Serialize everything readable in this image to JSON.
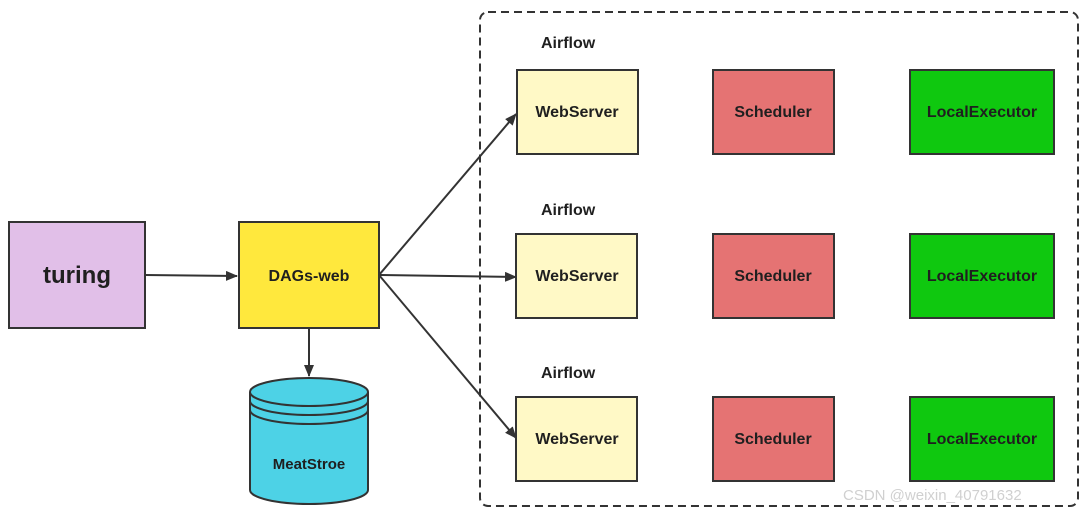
{
  "nodes": {
    "turing": "turing",
    "dags_web": "DAGs-web",
    "metastore": "MeatStroe"
  },
  "clusters": [
    {
      "title": "Airflow",
      "webserver": "WebServer",
      "scheduler": "Scheduler",
      "executor": "LocalExecutor"
    },
    {
      "title": "Airflow",
      "webserver": "WebServer",
      "scheduler": "Scheduler",
      "executor": "LocalExecutor"
    },
    {
      "title": "Airflow",
      "webserver": "WebServer",
      "scheduler": "Scheduler",
      "executor": "LocalExecutor"
    }
  ],
  "watermark": "CSDN @weixin_40791632",
  "colors": {
    "turing": "#e1bfe8",
    "dags_web": "#ffe83d",
    "metastore": "#4dd2e6",
    "webserver": "#fff9c6",
    "scheduler": "#e57373",
    "executor": "#0fc80f",
    "stroke": "#333333"
  }
}
